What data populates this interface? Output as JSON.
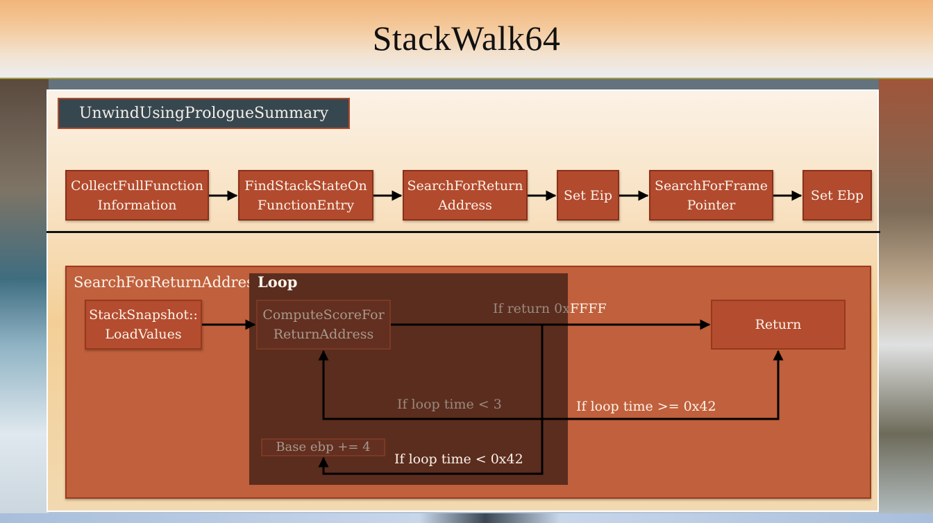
{
  "slide": {
    "title": "StackWalk64"
  },
  "overview": {
    "section_title": "UnwindUsingPrologueSummary",
    "steps": [
      {
        "line1": "CollectFullFunction",
        "line2": "Information"
      },
      {
        "line1": "FindStackStateOn",
        "line2": "FunctionEntry"
      },
      {
        "line1": "SearchForReturn",
        "line2": "Address"
      },
      {
        "line1": "Set Eip",
        "line2": ""
      },
      {
        "line1": "SearchForFrame",
        "line2": "Pointer"
      },
      {
        "line1": "Set Ebp",
        "line2": ""
      }
    ]
  },
  "detail": {
    "title": "SearchForReturnAddress",
    "loop_label": "Loop",
    "nodes": {
      "load_values": {
        "line1": "StackSnapshot::",
        "line2": "LoadValues"
      },
      "compute_score": {
        "line1": "ComputeScoreFor",
        "line2": "ReturnAddress"
      },
      "return": "Return",
      "base_ebp": "Base ebp += 4"
    },
    "edge_labels": {
      "if_return_ffff_part1": "If return 0x",
      "if_return_ffff_part2": "FFFF",
      "loop_lt_3": "If loop time < 3",
      "loop_ge_42": "If loop time >= 0x42",
      "loop_lt_42": "If loop time < 0x42"
    }
  },
  "colors": {
    "box_fill": "#b24a2e",
    "section_title_fill": "#37474f",
    "detail_fill": "#c0603c",
    "loop_fill": "#5b2d1e"
  }
}
